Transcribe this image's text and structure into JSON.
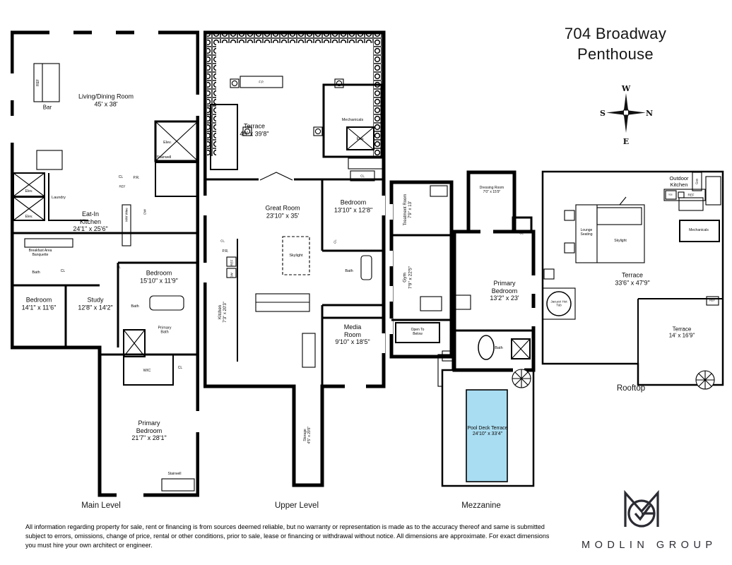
{
  "title": {
    "line1": "704 Broadway",
    "line2": "Penthouse"
  },
  "compass": {
    "n": "N",
    "s": "S",
    "e": "E",
    "w": "W"
  },
  "colors": {
    "pool": "#a9ddf1",
    "walls": "#000000",
    "logo": "#2b2b33"
  },
  "levels": {
    "main": {
      "label": "Main Level",
      "rooms": {
        "living": {
          "name": "Living/Dining Room",
          "dims": "45' x 38'"
        },
        "bar": {
          "name": "Bar"
        },
        "eat_in": {
          "name": "Eat-In Kitchen",
          "dims": "24'1\" x 25'6\""
        },
        "breakfast": {
          "name": "Breakfast Area",
          "sub": "Banquette"
        },
        "laundry": {
          "name": "Laundry"
        },
        "bedroom_right": {
          "name": "Bedroom",
          "dims": "15'10\" x 11'9\""
        },
        "bedroom_left": {
          "name": "Bedroom",
          "dims": "14'1\" x 11'6\""
        },
        "study": {
          "name": "Study",
          "dims": "12'8\" x 14'2\""
        },
        "primary_bath": {
          "name": "Primary Bath"
        },
        "wic": {
          "name": "WIC"
        },
        "primary_bedroom": {
          "name": "Primary Bedroom",
          "dims": "21'7\" x 28'1\""
        },
        "stairwell": {
          "name": "Stairwell"
        },
        "elev": {
          "name": "Elev."
        },
        "bath": {
          "name": "Bath"
        },
        "cl": {
          "name": "CL"
        },
        "pr": {
          "name": "P.R."
        },
        "ref": {
          "name": "REF"
        },
        "dw": {
          "name": "DW"
        },
        "mw": {
          "name": "MW Wine"
        }
      }
    },
    "upper": {
      "label": "Upper Level",
      "rooms": {
        "terrace": {
          "name": "Terrace",
          "dims": "49' x 39'8\""
        },
        "fp": {
          "name": "F.P."
        },
        "mechanicals": {
          "name": "Mechanicals"
        },
        "elev": {
          "name": "Elev."
        },
        "great_room": {
          "name": "Great Room",
          "dims": "23'10\" x 35'"
        },
        "skylight": {
          "name": "Skylight"
        },
        "bedroom": {
          "name": "Bedroom",
          "dims": "13'10\" x 12'8\""
        },
        "bath": {
          "name": "Bath"
        },
        "kitchen": {
          "name": "Kitchen",
          "dims": "7'3\" x 20'3\""
        },
        "media": {
          "name": "Media Room",
          "dims": "9'10\" x 18'5\""
        },
        "storage": {
          "name": "Storage",
          "dims": "4'5\" x 29'6\""
        },
        "cl": {
          "name": "CL"
        },
        "pr": {
          "name": "P.R."
        },
        "ref": {
          "name": "REF"
        },
        "dw": {
          "name": "DW"
        }
      }
    },
    "mezzanine": {
      "label": "Mezzanine",
      "rooms": {
        "treatment": {
          "name": "Treatment Room",
          "dims": "7'9\" x 13'"
        },
        "gym": {
          "name": "Gym",
          "dims": "7'9\" x 22'5\""
        },
        "open_below": {
          "name": "Open To Below"
        },
        "dressing": {
          "name": "Dressing Room",
          "dims": "7'0\" x 15'9\""
        },
        "cl": {
          "name": "CL"
        },
        "primary_bedroom": {
          "name": "Primary Bedroom",
          "dims": "13'2\" x 23'"
        },
        "bath": {
          "name": "Bath"
        },
        "pool_deck": {
          "name": "Pool Deck Terrace",
          "dims": "24'10\" x 33'4\""
        }
      }
    },
    "rooftop": {
      "label": "Rooftop",
      "rooms": {
        "outdoor_kitchen": {
          "name": "Outdoor Kitchen"
        },
        "ice": {
          "name": "Ice"
        },
        "ref": {
          "name": "REF"
        },
        "gas": {
          "name": "Gas"
        },
        "mechanicals": {
          "name": "Mechanicals"
        },
        "lounge": {
          "name": "Lounge Seating"
        },
        "skylight": {
          "name": "Skylight"
        },
        "terrace": {
          "name": "Terrace",
          "dims": "33'6\" x 47'9\""
        },
        "jacuzzi": {
          "name": "Jacuzzi Hot Tub"
        },
        "terrace_small": {
          "name": "Terrace",
          "dims": "14' x 16'9\""
        }
      }
    }
  },
  "footer": {
    "disclaimer": "All information regarding property for sale, rent or financing is from sources deemed reliable, but no warranty or representation is made as to the accuracy thereof and same is submitted subject to errors, omissions, change of price, rental or other conditions, prior to sale, lease or financing or withdrawal without notice. All dimensions are approximate. For exact dimensions you must hire your own architect or engineer.",
    "brand": "MODLIN GROUP"
  }
}
